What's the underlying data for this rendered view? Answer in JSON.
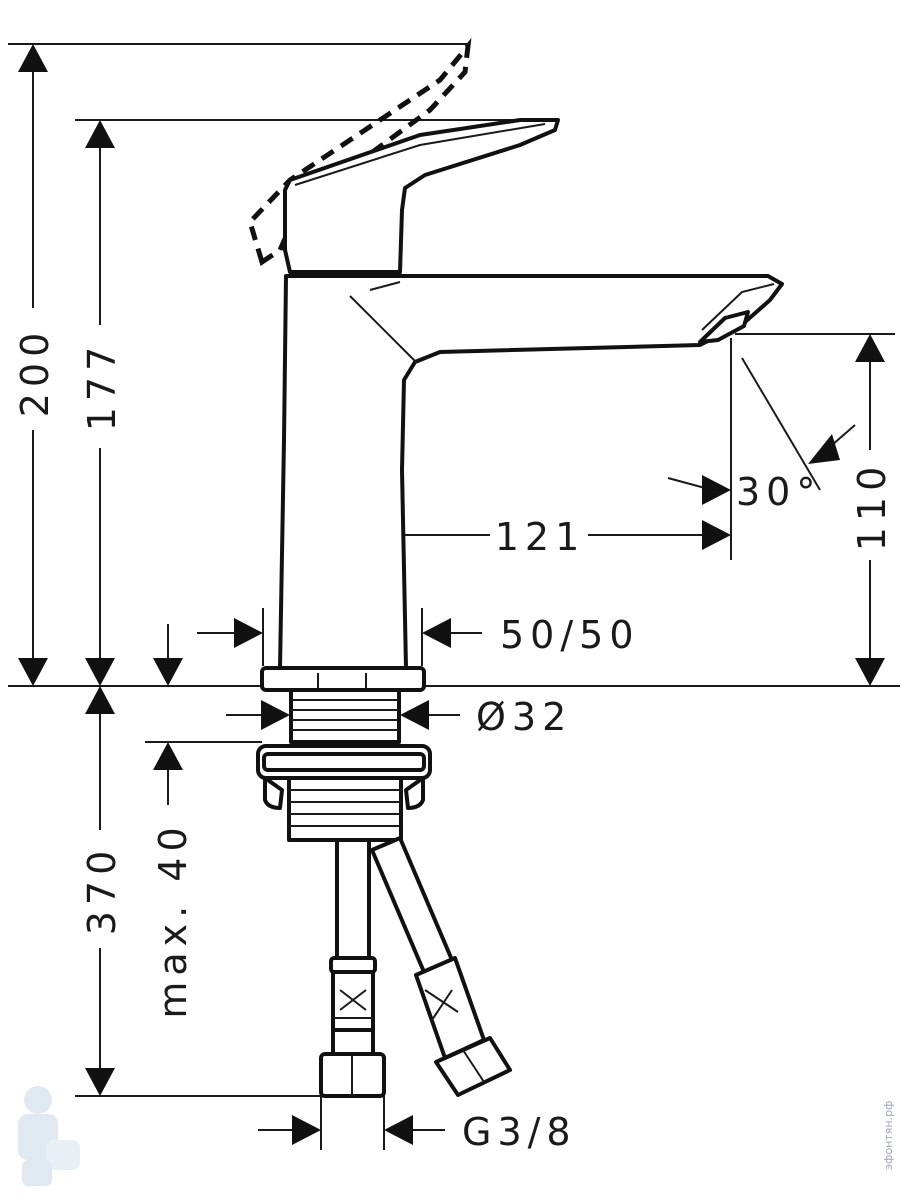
{
  "dimensions": {
    "total_height": "200",
    "lever_height": "177",
    "spout_height": "110",
    "spout_reach": "121",
    "angle": "30°",
    "cartridge": "50/50",
    "diameter": "Ø32",
    "below_deck": "370",
    "max_thickness": "max. 40",
    "connection": "G3/8"
  },
  "watermark": {
    "site": "эфонтян.рф",
    "logo_icon": "plumber-mascot-icon"
  },
  "colors": {
    "line": "#111111",
    "watermark": "#9aa9b8"
  }
}
